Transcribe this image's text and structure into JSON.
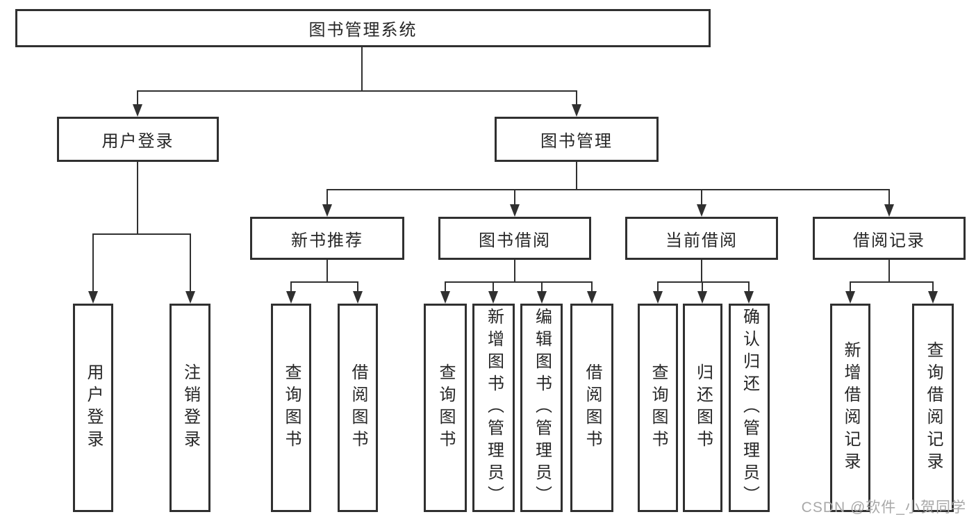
{
  "diagram": {
    "root": "图书管理系统",
    "level2": [
      "用户登录",
      "图书管理"
    ],
    "level3": [
      "新书推荐",
      "图书借阅",
      "当前借阅",
      "借阅记录"
    ],
    "leaves": [
      "用户登录",
      "注销登录",
      "查询图书",
      "借阅图书",
      "查询图书",
      "新增图书（管理员）",
      "编辑图书（管理员）",
      "借阅图书",
      "查询图书",
      "归还图书",
      "确认归还（管理员）",
      "新增借阅记录",
      "查询借阅记录"
    ]
  },
  "watermark": "CSDN @软件_小贺同学",
  "colors": {
    "line": "#303030",
    "text": "#262626",
    "watermark": "#a8a8a8",
    "background": "#ffffff"
  }
}
